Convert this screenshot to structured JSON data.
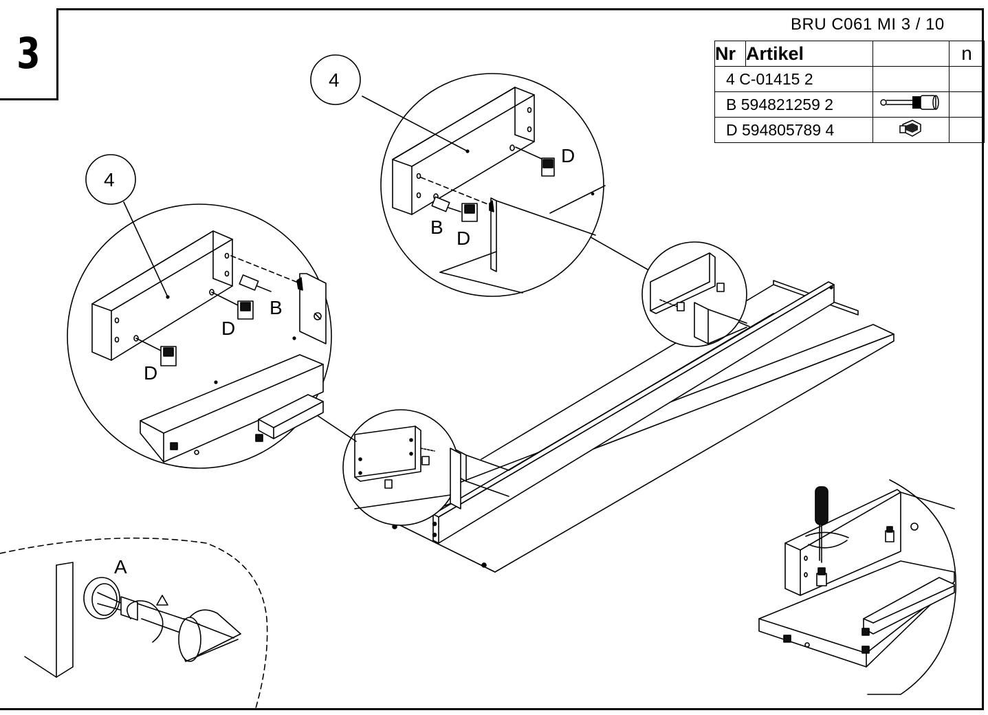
{
  "step": {
    "number": "3"
  },
  "document": {
    "code": "BRU C061 MI  3 / 10"
  },
  "parts_table": {
    "headers": {
      "nr": "Nr",
      "artikel": "Artikel",
      "icon": "",
      "n": "n"
    },
    "rows": [
      {
        "nr": "4",
        "artikel": "C-01415",
        "qty": "2",
        "icon": ""
      },
      {
        "nr": "B",
        "artikel": "594821259",
        "qty": "2",
        "icon": "dowel-screw-icon"
      },
      {
        "nr": "D",
        "artikel": "594805789",
        "qty": "4",
        "icon": "cam-lock-icon"
      }
    ]
  },
  "callouts": {
    "part_top": "4",
    "part_left": "4",
    "hw_top_d1": "D",
    "hw_top_b": "B",
    "hw_top_d2": "D",
    "hw_left_b": "B",
    "hw_left_d1": "D",
    "hw_left_d2": "D",
    "tool_a": "A"
  },
  "colors": {
    "line": "#000000",
    "background": "#ffffff"
  }
}
